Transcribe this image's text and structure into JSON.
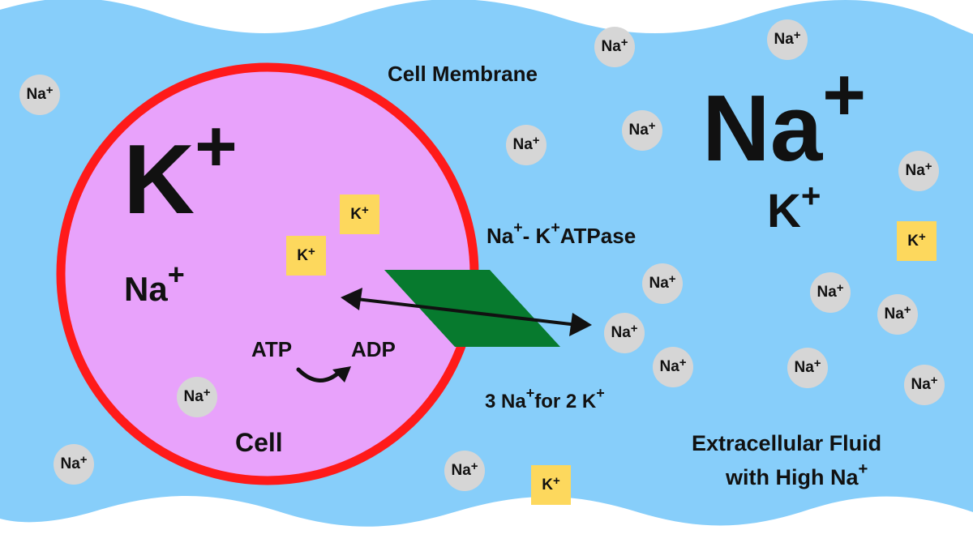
{
  "labels": {
    "cell_membrane": "Cell Membrane",
    "cell": "Cell",
    "atp": "ATP",
    "adp": "ADP",
    "pump_prefix_na": "Na",
    "pump_plus_1": "+",
    "pump_dash_k": "- K",
    "pump_plus_2": "+",
    "pump_suffix": "ATPase",
    "ratio_a": "3 Na",
    "ratio_plus_1": "+",
    "ratio_b": "for 2 K",
    "ratio_plus_2": "+",
    "fluid_line1": "Extracellular Fluid",
    "fluid_line2": "with High Na",
    "fluid_plus": "+"
  },
  "cell_big_ion": {
    "symbol": "K",
    "charge": "+"
  },
  "cell_small_ion": {
    "symbol": "Na",
    "charge": "+"
  },
  "fluid_big_ion": {
    "symbol": "Na",
    "charge": "+"
  },
  "fluid_small_ion": {
    "symbol": "K",
    "charge": "+"
  },
  "ion_na": {
    "symbol": "Na",
    "charge": "+"
  },
  "ion_k": {
    "symbol": "K",
    "charge": "+"
  },
  "colors": {
    "fluid": "#87cefa",
    "cell_fill": "#e8a2fb",
    "membrane": "#ff1a1a",
    "pump": "#077a2e",
    "na_ion": "#d6d6d6",
    "k_ion": "#fdd85d"
  }
}
